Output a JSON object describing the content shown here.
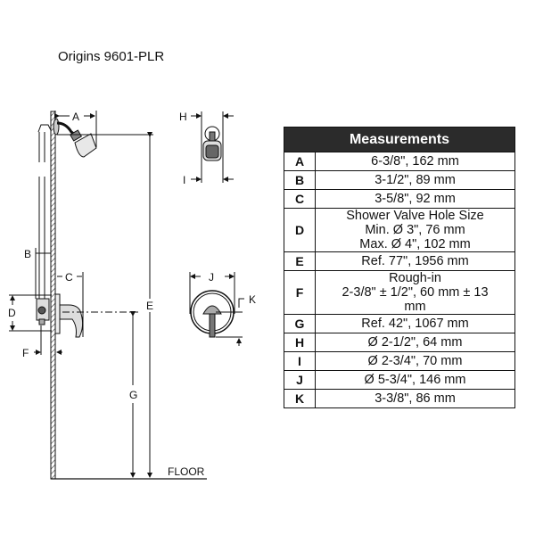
{
  "title": "Origins  9601-PLR",
  "diagram": {
    "labels": {
      "A": "A",
      "B": "B",
      "C": "C",
      "D": "D",
      "E": "E",
      "F": "F",
      "G": "G",
      "H": "H",
      "I": "I",
      "J": "J",
      "K": "K"
    },
    "floor": "FLOOR"
  },
  "table": {
    "header": "Measurements",
    "rows": [
      {
        "key": "A",
        "lines": [
          "6-3/8\", 162 mm"
        ]
      },
      {
        "key": "B",
        "lines": [
          "3-1/2\", 89 mm"
        ]
      },
      {
        "key": "C",
        "lines": [
          "3-5/8\", 92 mm"
        ]
      },
      {
        "key": "D",
        "lines": [
          "Shower Valve Hole Size",
          "Min. Ø 3\", 76 mm",
          "Max. Ø 4\", 102 mm"
        ]
      },
      {
        "key": "E",
        "lines": [
          "Ref. 77\", 1956 mm"
        ]
      },
      {
        "key": "F",
        "lines": [
          "Rough-in",
          "2-3/8\" ± 1/2\", 60 mm ± 13",
          "mm"
        ]
      },
      {
        "key": "G",
        "lines": [
          "Ref. 42\", 1067 mm"
        ]
      },
      {
        "key": "H",
        "lines": [
          "Ø 2-1/2\", 64 mm"
        ]
      },
      {
        "key": "I",
        "lines": [
          "Ø 2-3/4\", 70 mm"
        ]
      },
      {
        "key": "J",
        "lines": [
          "Ø 5-3/4\", 146 mm"
        ]
      },
      {
        "key": "K",
        "lines": [
          "3-3/8\", 86 mm"
        ]
      }
    ]
  }
}
